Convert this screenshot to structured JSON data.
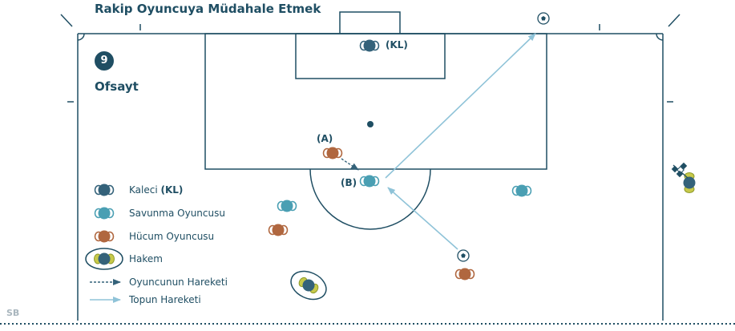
{
  "title": "Rakip Oyuncuya Müdahale Etmek",
  "number_badge": "9",
  "section_title": "Ofsayt",
  "player_labels": {
    "goalkeeper": "(KL)",
    "a": "(A)",
    "b": "(B)"
  },
  "legend": {
    "goalkeeper_text": "Kaleci",
    "goalkeeper_abbr": "(KL)",
    "defender": "Savunma Oyuncusu",
    "attacker": "Hücum Oyuncusu",
    "referee": "Hakem",
    "player_movement": "Oyuncunun Hareketi",
    "ball_movement": "Topun Hareketi"
  },
  "corner_tag": "SB",
  "colors": {
    "pitch_line": "#1f4e63",
    "goalkeeper": "#34627a",
    "defender": "#4a9fb3",
    "attacker": "#b0673f",
    "referee_kit": "#c7c94a",
    "ball_path": "#8fc3d8",
    "text": "#1f4e63"
  }
}
